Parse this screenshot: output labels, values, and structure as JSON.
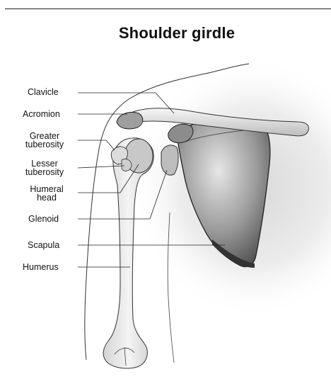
{
  "title": "Shoulder girdle",
  "labels": {
    "clavicle": "Clavicle",
    "acromion": "Acromion",
    "greater_tuberosity_1": "Greater",
    "greater_tuberosity_2": "tuberosity",
    "lesser_tuberosity_1": "Lesser",
    "lesser_tuberosity_2": "tuberosity",
    "humeral_head_1": "Humeral",
    "humeral_head_2": "head",
    "glenoid": "Glenoid",
    "scapula": "Scapula",
    "humerus": "Humerus"
  }
}
